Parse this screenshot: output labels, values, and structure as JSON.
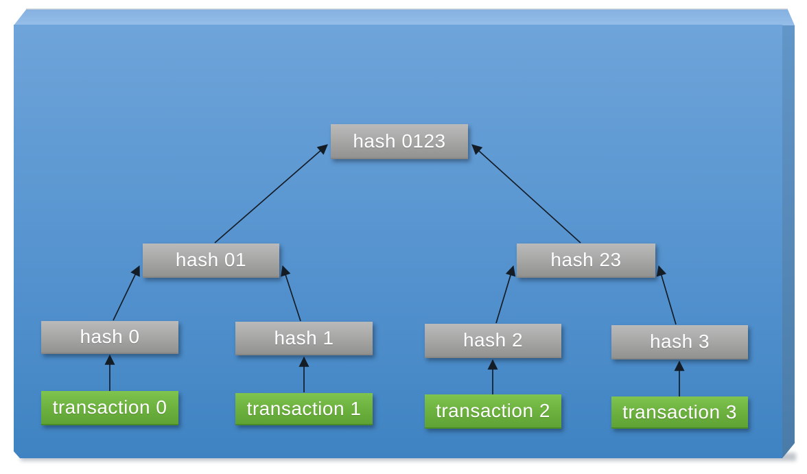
{
  "diagram": {
    "type": "merkle-tree",
    "root": {
      "label": "hash 0123"
    },
    "internals": [
      {
        "label": "hash 01"
      },
      {
        "label": "hash 23"
      }
    ],
    "leaf_hashes": [
      {
        "label": "hash 0"
      },
      {
        "label": "hash 1"
      },
      {
        "label": "hash 2"
      },
      {
        "label": "hash 3"
      }
    ],
    "transactions": [
      {
        "label": "transaction 0"
      },
      {
        "label": "transaction 1"
      },
      {
        "label": "transaction 2"
      },
      {
        "label": "transaction 3"
      }
    ],
    "edges": [
      {
        "from": "transaction 0",
        "to": "hash 0"
      },
      {
        "from": "transaction 1",
        "to": "hash 1"
      },
      {
        "from": "transaction 2",
        "to": "hash 2"
      },
      {
        "from": "transaction 3",
        "to": "hash 3"
      },
      {
        "from": "hash 0",
        "to": "hash 01"
      },
      {
        "from": "hash 1",
        "to": "hash 01"
      },
      {
        "from": "hash 2",
        "to": "hash 23"
      },
      {
        "from": "hash 3",
        "to": "hash 23"
      },
      {
        "from": "hash 01",
        "to": "hash 0123"
      },
      {
        "from": "hash 23",
        "to": "hash 0123"
      }
    ],
    "colors": {
      "panel_front_top": "#6ea4d9",
      "panel_front_bottom": "#3f83c2",
      "panel_top_face": "#8cb6e3",
      "panel_side_face": "#5489ba",
      "hash_box_top": "#bababa",
      "hash_box_bottom": "#929291",
      "transaction_box_top": "#7ec44e",
      "transaction_box_bottom": "#5ea334",
      "arrow": "#141c26",
      "label_text": "#ffffff"
    }
  }
}
